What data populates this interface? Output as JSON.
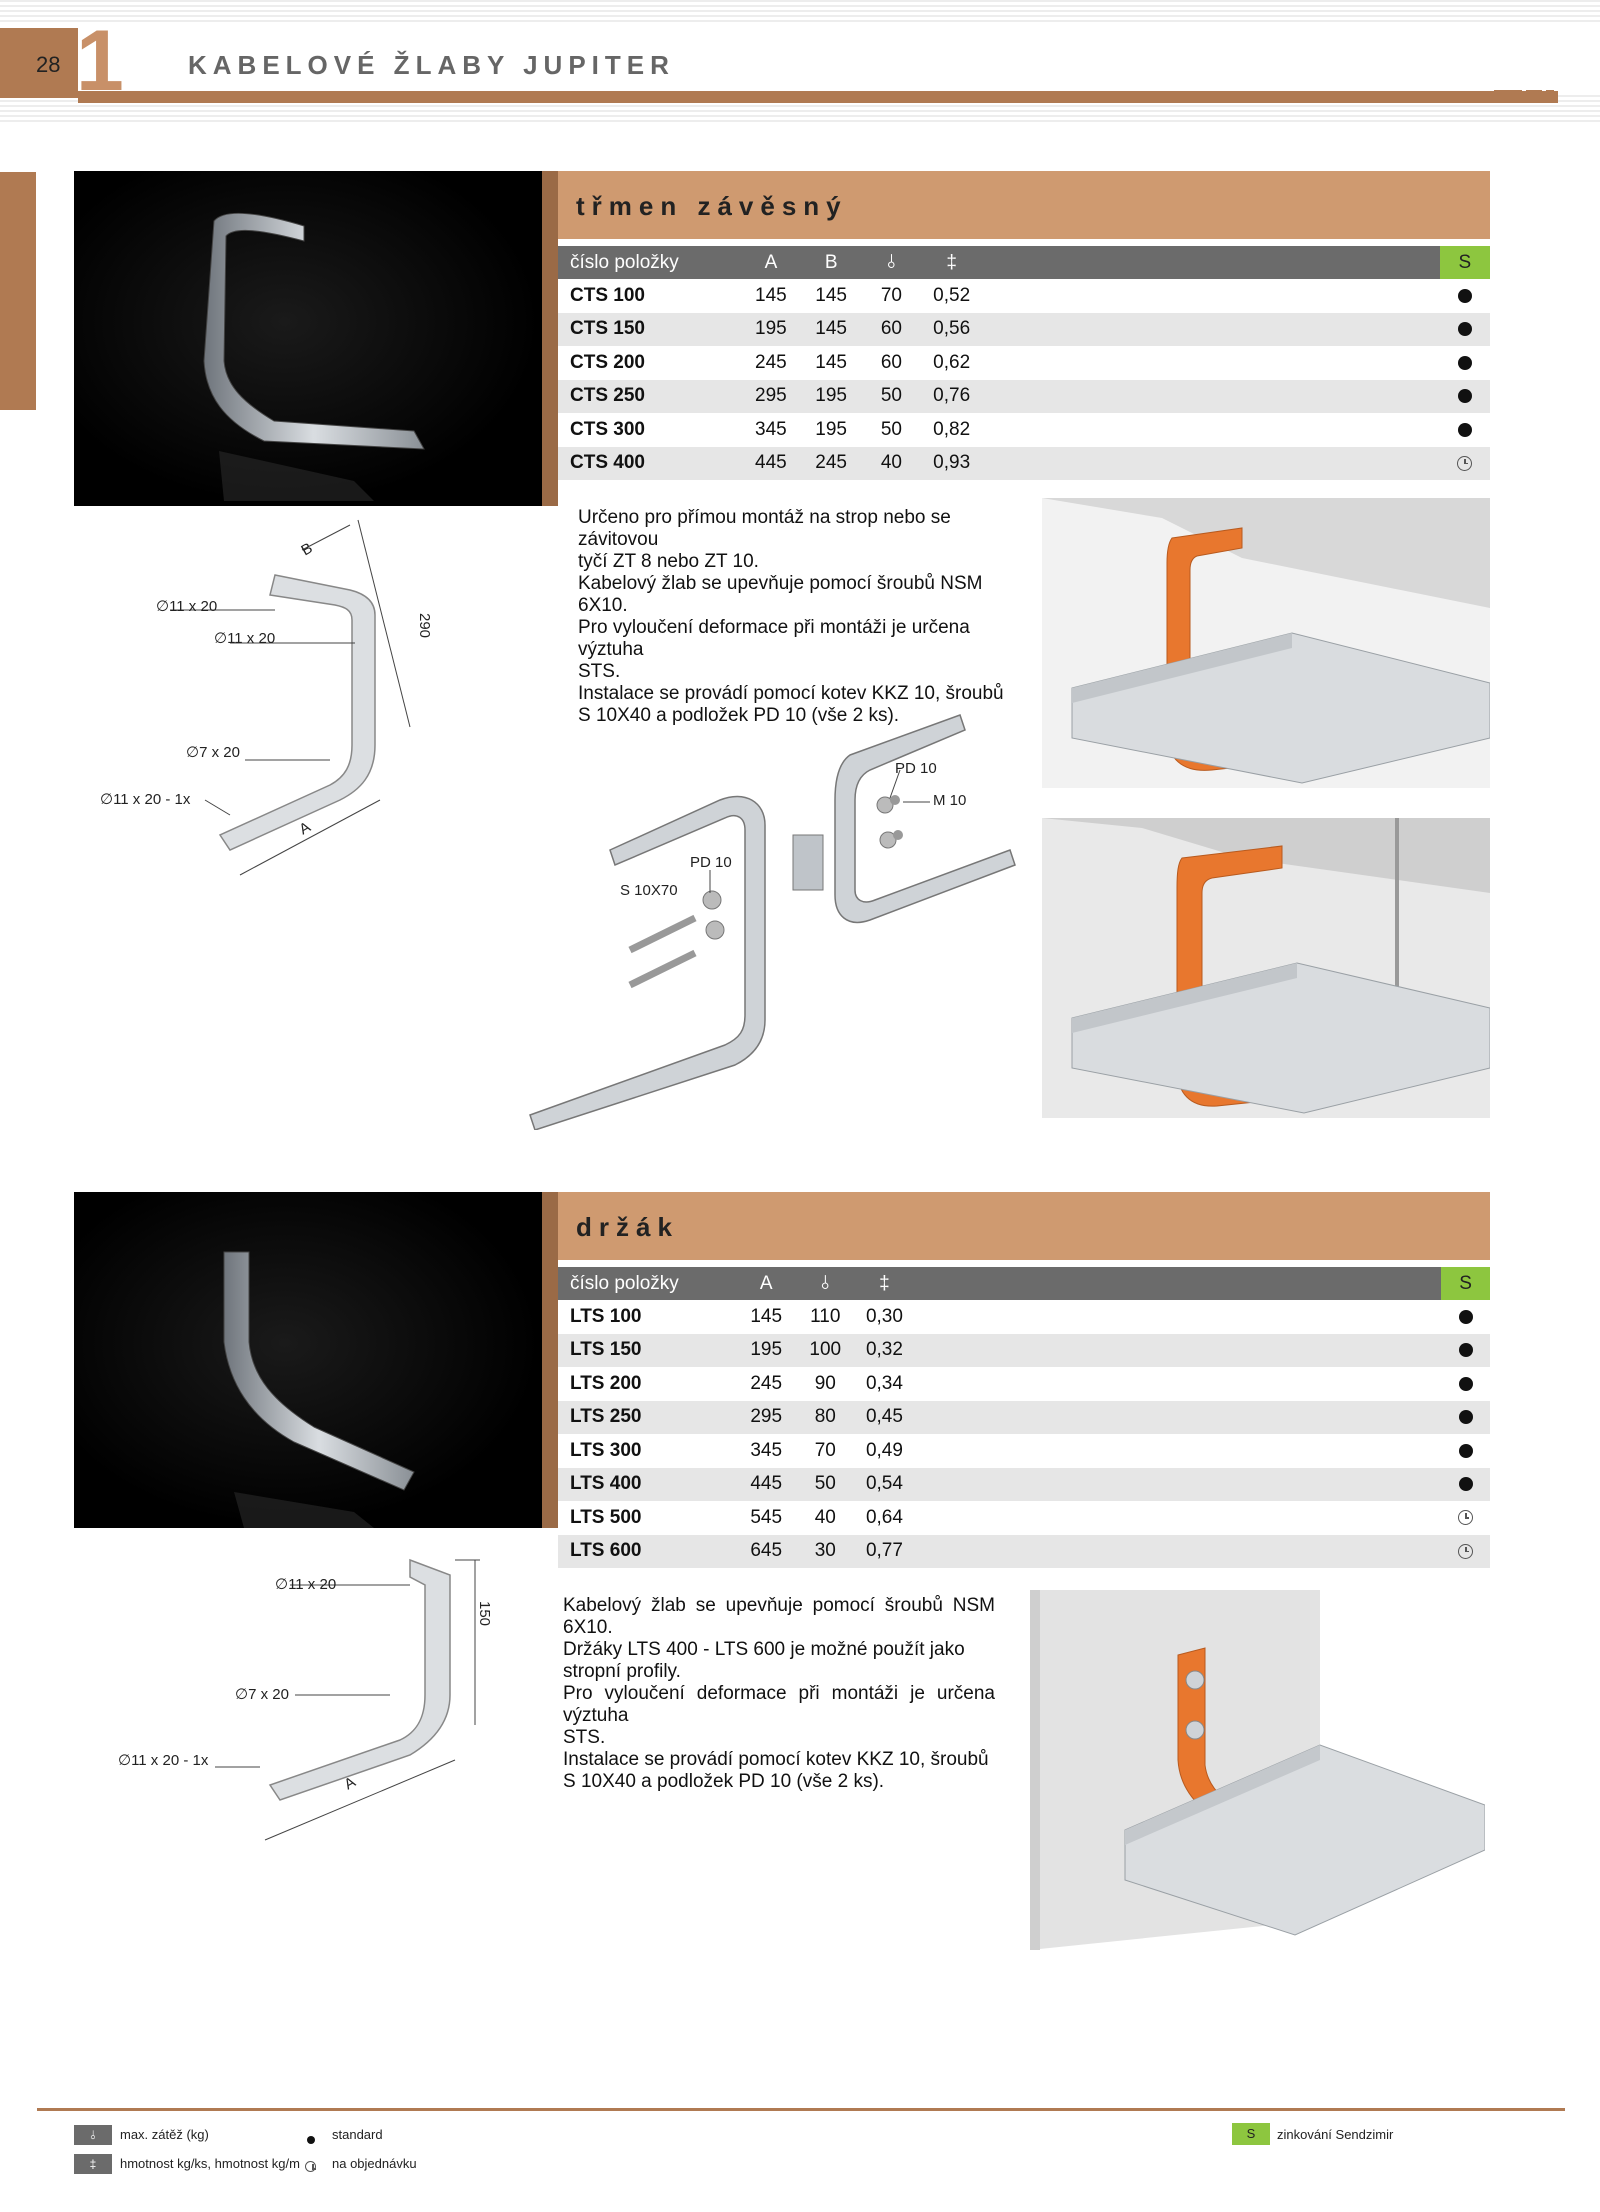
{
  "header": {
    "page_number": "28",
    "chapter_number": "1",
    "title": "KABELOVÉ ŽLABY JUPITER"
  },
  "section1": {
    "title": "třmen závěsný",
    "columns": [
      "číslo položky",
      "A",
      "B",
      "⫰",
      "‡",
      "S"
    ],
    "rows": [
      {
        "code": "CTS 100",
        "a": "145",
        "b": "145",
        "load": "70",
        "weight": "0,52",
        "avail": "standard"
      },
      {
        "code": "CTS 150",
        "a": "195",
        "b": "145",
        "load": "60",
        "weight": "0,56",
        "avail": "standard"
      },
      {
        "code": "CTS 200",
        "a": "245",
        "b": "145",
        "load": "60",
        "weight": "0,62",
        "avail": "standard"
      },
      {
        "code": "CTS 250",
        "a": "295",
        "b": "195",
        "load": "50",
        "weight": "0,76",
        "avail": "standard"
      },
      {
        "code": "CTS 300",
        "a": "345",
        "b": "195",
        "load": "50",
        "weight": "0,82",
        "avail": "standard"
      },
      {
        "code": "CTS 400",
        "a": "445",
        "b": "245",
        "load": "40",
        "weight": "0,93",
        "avail": "order"
      }
    ],
    "description": [
      "Určeno pro přímou montáž na strop nebo se závitovou",
      "tyčí ZT 8 nebo ZT 10.",
      "Kabelový žlab se upevňuje pomocí šroubů  NSM 6X10.",
      "Pro vyloučení deformace při montáži je určena výztuha",
      "STS.",
      "Instalace se provádí pomocí kotev KKZ 10, šroubů",
      "S 10X40 a podložek PD 10 (vše 2 ks)."
    ],
    "drawing_labels": {
      "b": "B",
      "a": "A",
      "height": "290",
      "hole1": "∅11 x 20",
      "hole2": "∅11 x 20",
      "hole3": "∅7 x 20",
      "hole4": "∅11 x 20 - 1x"
    },
    "assembly_labels": {
      "pd10_top": "PD 10",
      "m10": "M 10",
      "pd10_left": "PD 10",
      "s10x70": "S 10X70"
    }
  },
  "section2": {
    "title": "držák",
    "columns": [
      "číslo položky",
      "A",
      "⫰",
      "‡",
      "S"
    ],
    "rows": [
      {
        "code": "LTS 100",
        "a": "145",
        "load": "110",
        "weight": "0,30",
        "avail": "standard"
      },
      {
        "code": "LTS 150",
        "a": "195",
        "load": "100",
        "weight": "0,32",
        "avail": "standard"
      },
      {
        "code": "LTS 200",
        "a": "245",
        "load": "90",
        "weight": "0,34",
        "avail": "standard"
      },
      {
        "code": "LTS 250",
        "a": "295",
        "load": "80",
        "weight": "0,45",
        "avail": "standard"
      },
      {
        "code": "LTS 300",
        "a": "345",
        "load": "70",
        "weight": "0,49",
        "avail": "standard"
      },
      {
        "code": "LTS 400",
        "a": "445",
        "load": "50",
        "weight": "0,54",
        "avail": "standard"
      },
      {
        "code": "LTS 500",
        "a": "545",
        "load": "40",
        "weight": "0,64",
        "avail": "order"
      },
      {
        "code": "LTS 600",
        "a": "645",
        "load": "30",
        "weight": "0,77",
        "avail": "order"
      }
    ],
    "description": [
      "Kabelový žlab se upevňuje pomocí šroubů NSM 6X10.",
      "Držáky LTS 400 - LTS 600 je možné použít jako",
      "stropní profily.",
      "Pro vyloučení deformace při montáži je určena výztuha",
      "STS.",
      "Instalace se provádí pomocí kotev KKZ 10, šroubů",
      "S 10X40 a podložek PD 10 (vše 2 ks)."
    ],
    "drawing_labels": {
      "height": "150",
      "a": "A",
      "hole1": "∅11 x 20",
      "hole2": "∅7 x 20",
      "hole3": "∅11 x 20 - 1x"
    }
  },
  "legend": {
    "load_icon": "⫰",
    "load_text": "max. zátěž (kg)",
    "weight_icon": "‡",
    "weight_text": "hmotnost kg/ks, hmotnost kg/m",
    "standard_text": "standard",
    "order_text": "na objednávku",
    "s_icon": "S",
    "s_text": "zinkování Sendzimir"
  },
  "colors": {
    "brand_brown": "#b07a52",
    "section_head": "#cf9a70",
    "table_head": "#6b6b6b",
    "s_green": "#8dc63f",
    "product_orange": "#e8772e"
  }
}
